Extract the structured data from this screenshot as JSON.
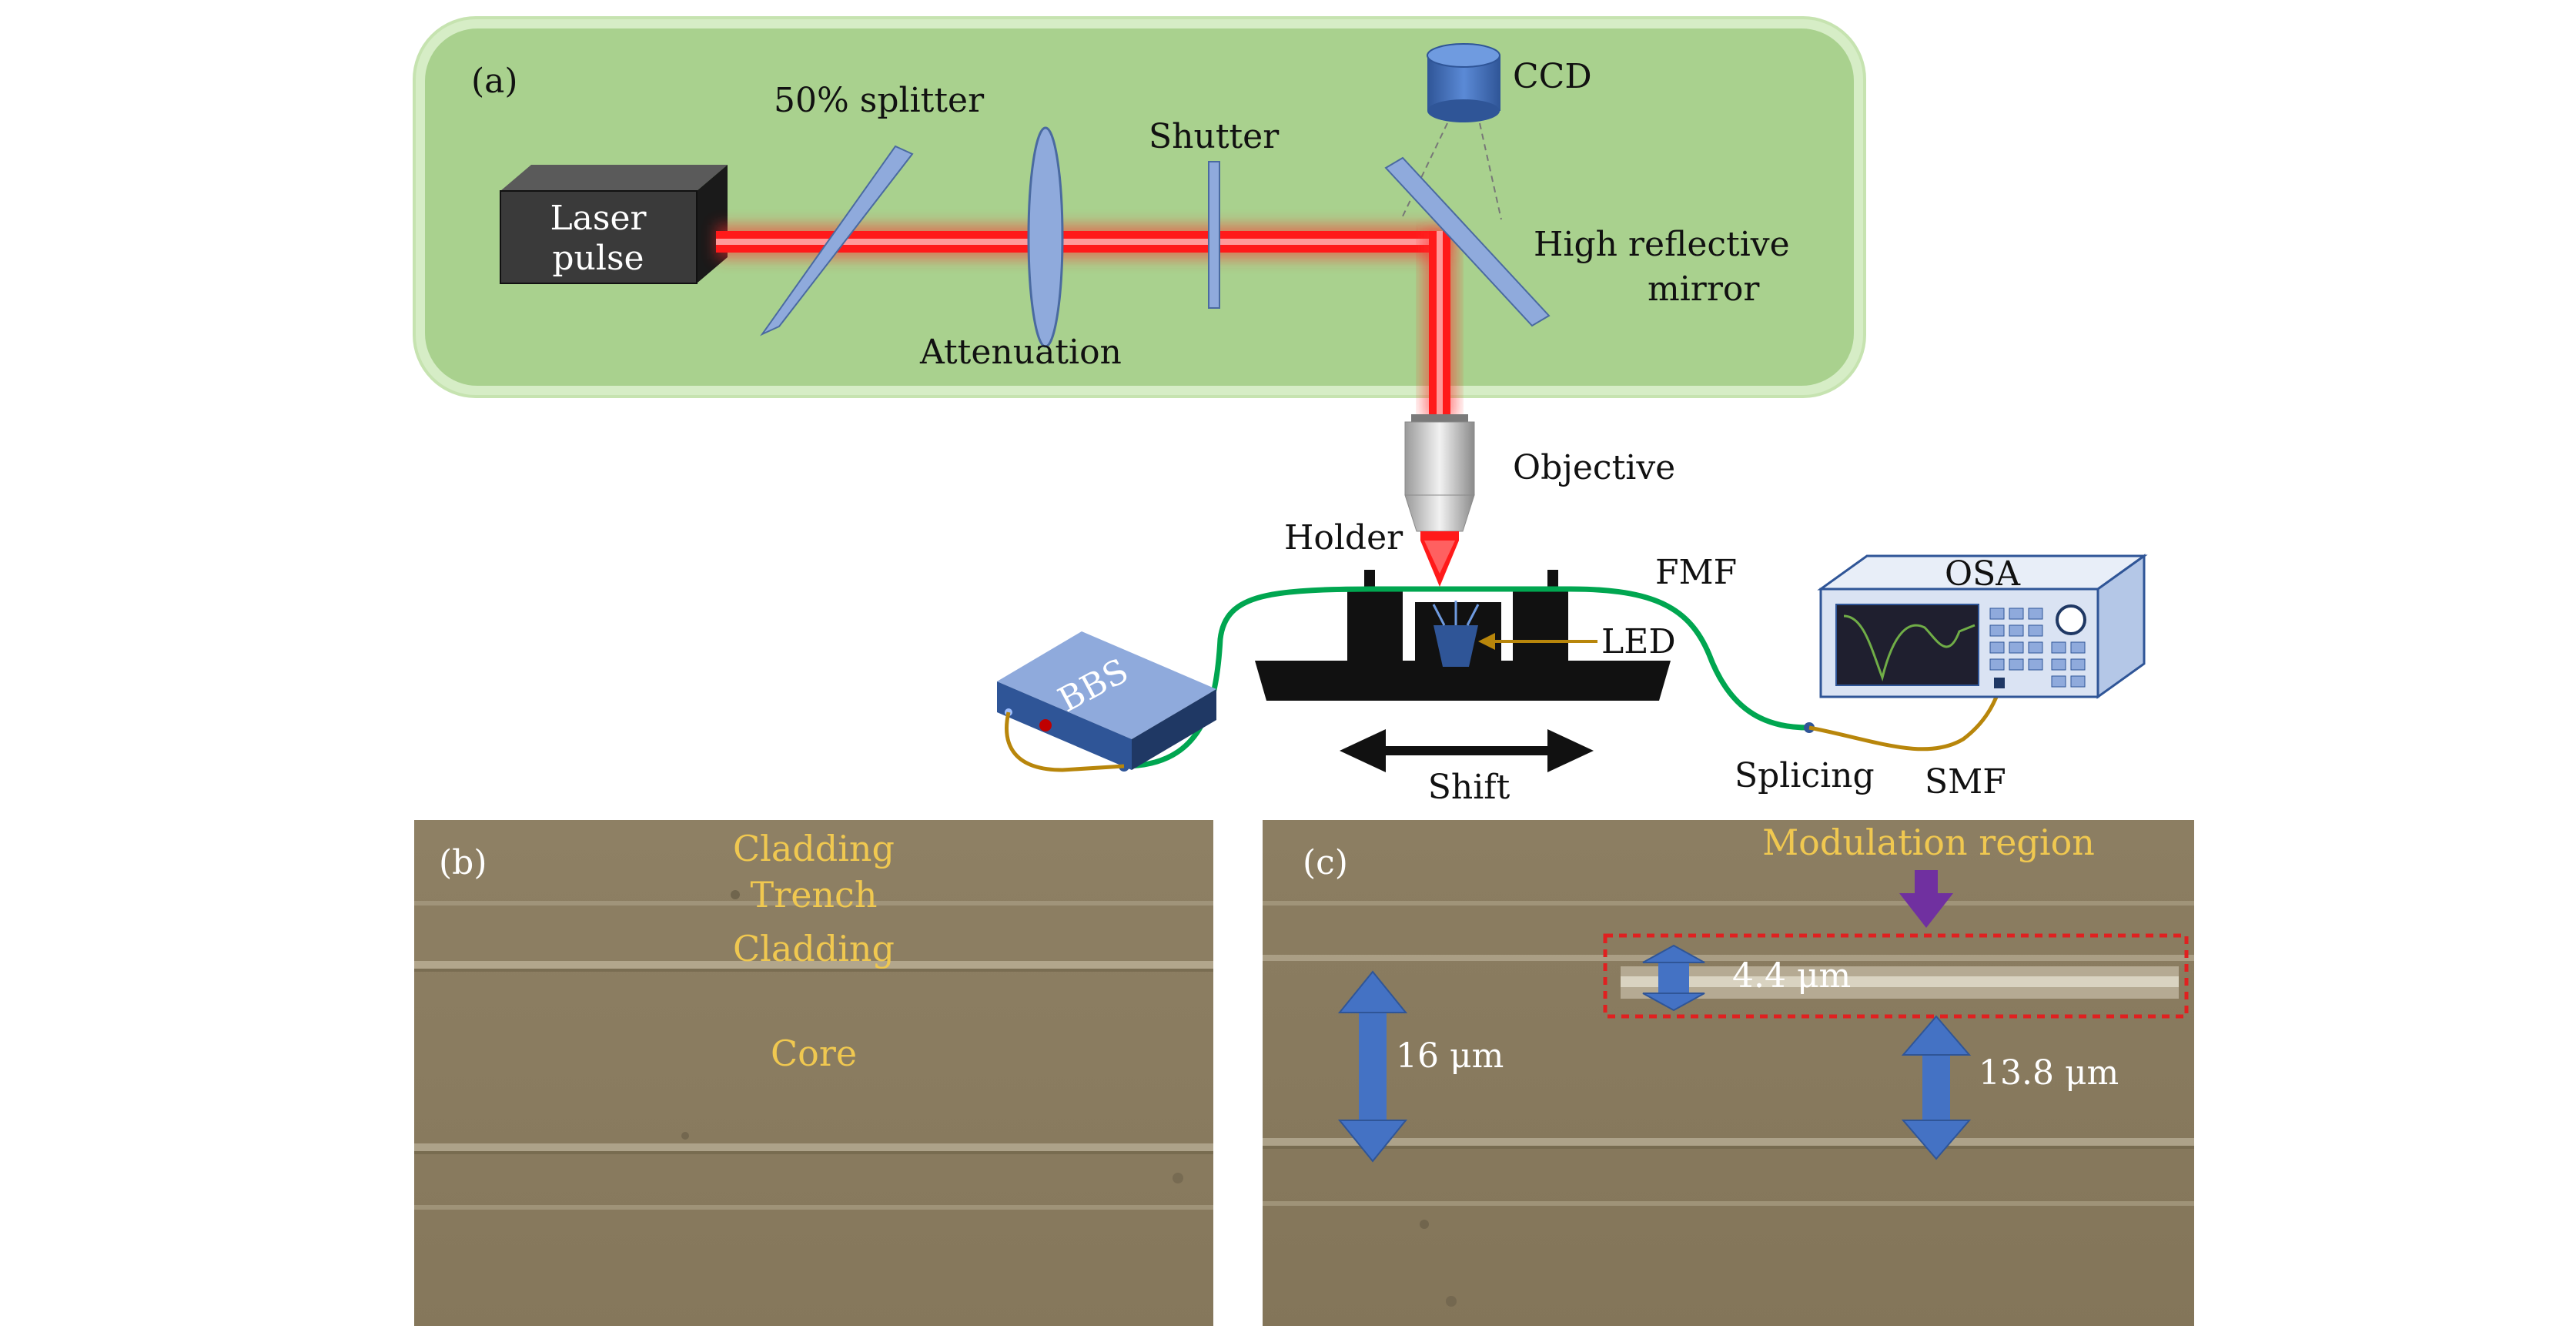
{
  "panel_a": {
    "tag": "(a)",
    "laser": [
      "Laser",
      "pulse"
    ],
    "splitter": "50% splitter",
    "attenuation": "Attenuation",
    "shutter": "Shutter",
    "ccd": "CCD",
    "mirror": [
      "High reflective",
      "mirror"
    ],
    "objective": "Objective",
    "holder": "Holder",
    "fmf": "FMF",
    "led": "LED",
    "shift": "Shift",
    "bbs": "BBS",
    "osa": "OSA",
    "splicing": "Splicing",
    "smf": "SMF"
  },
  "panel_b": {
    "tag": "(b)",
    "cladding_top": "Cladding",
    "trench": "Trench",
    "cladding_mid": "Cladding",
    "core": "Core"
  },
  "panel_c": {
    "tag": "(c)",
    "modulation": "Modulation region",
    "dim_small": "4.4 μm",
    "dim_left": "16 μm",
    "dim_right": "13.8 μm"
  },
  "colors": {
    "table": "#a9d18e",
    "beam": "#ff1a1a",
    "optic": "#8faadc",
    "fiber": "#00a650",
    "yellow_label": "#f0c850",
    "arrow_blue": "#4472c4",
    "arrow_purple": "#7030a0",
    "box_red": "#e02020",
    "micrograph": "#8a7b60"
  }
}
